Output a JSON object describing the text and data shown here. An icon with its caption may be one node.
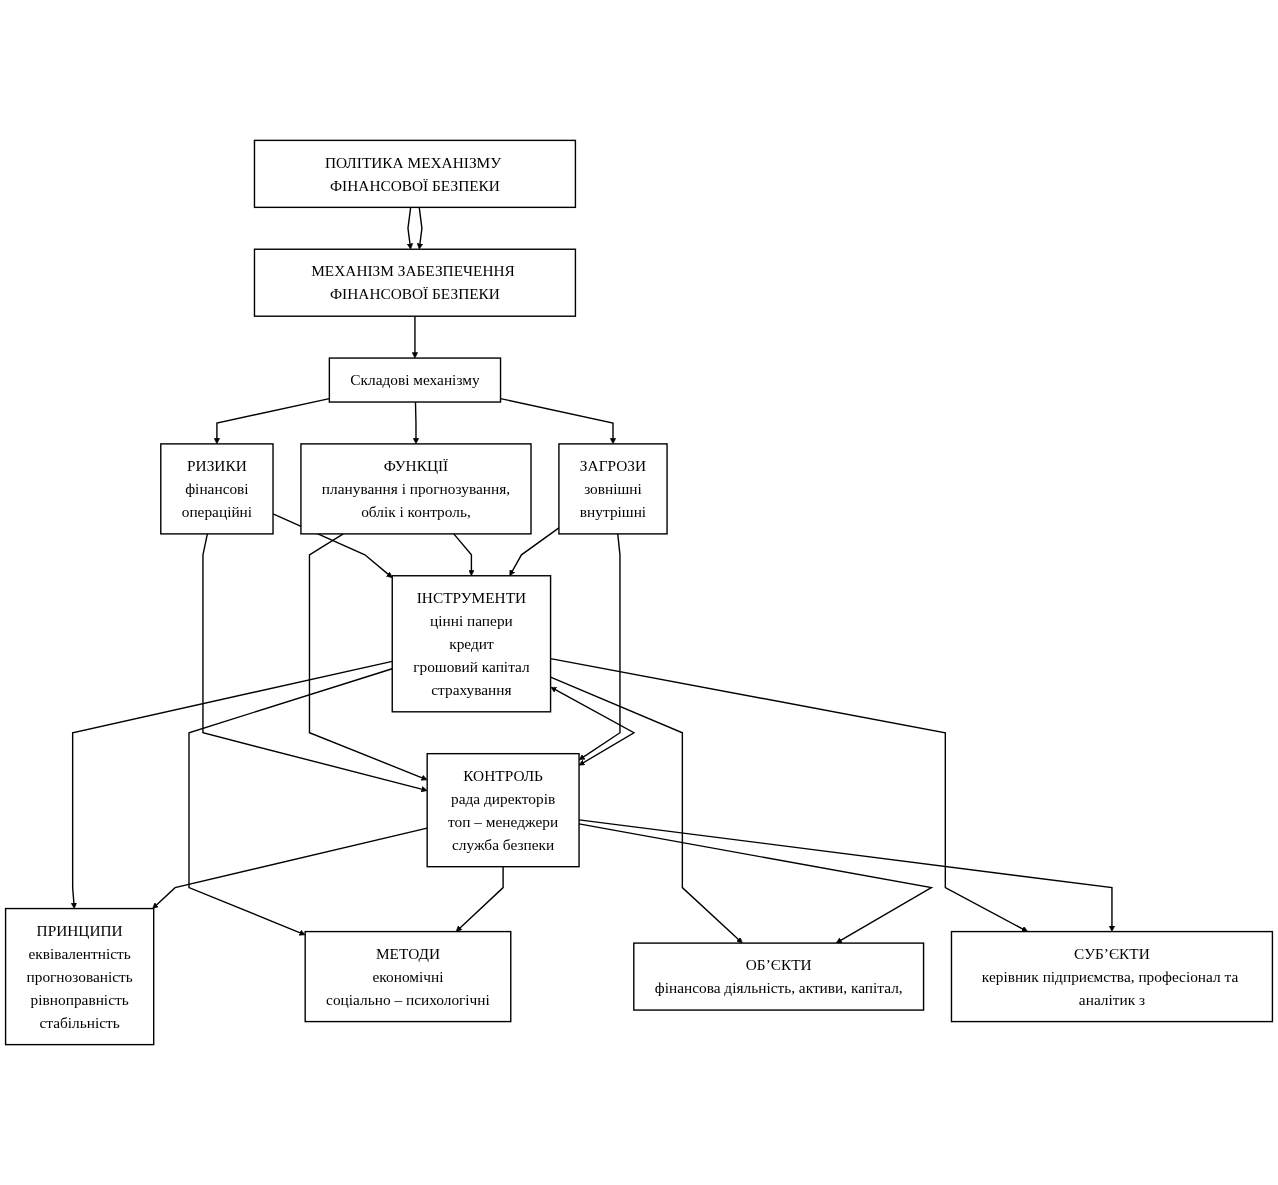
{
  "diagram": {
    "nodes": [
      {
        "text": [
          "МЕХАНІЗМ ЗАБЕЗПЕЧЕННЯ ФІНАНСОВОЇ БЕЗПЕКИ"
        ]
      },
      {
        "text": [
          "Складові механізму"
        ]
      },
      {
        "text": [
          "РИЗИКИ",
          "фінансові",
          "операційні"
        ]
      },
      {
        "text": [
          "ФУНКЦІЇ",
          "планування і прогнозування,",
          "облік і контроль,"
        ]
      },
      {
        "text": [
          "ЗАГРОЗИ",
          "зовнішні",
          "внутрішні"
        ]
      },
      {
        "text": [
          "ІНСТРУМЕНТИ",
          "цінні папери",
          "кредит",
          "грошовий капітал",
          "страхування"
        ]
      },
      {
        "text": [
          "КОНТРОЛЬ",
          "рада директорів",
          "топ – менеджери",
          "служба безпеки"
        ]
      },
      {
        "text": [
          "ПРИНЦИПИ",
          "еквівалентність",
          "прогнозованість",
          "рівноправність",
          "стабільність"
        ]
      },
      {
        "text": [
          "МЕТОДИ",
          "економічні",
          "соціально – психологічні"
        ]
      },
      {
        "text": [
          "ОБ’ЄКТИ",
          "фінансова діяльність, активи, капітал,"
        ]
      },
      {
        "text": [
          "СУБ’ЄКТИ",
          "керівник підприємства, професіонал та аналітик з"
        ]
      },
      {
        "text": [
          "ПОЛІТИКА МЕХАНІЗМУ ФІНАНСОВОЇ БЕЗПЕКИ"
        ]
      }
    ],
    "edges": [
      {
        "from": 0,
        "to": 1,
        "arrow": "to"
      },
      {
        "from": 1,
        "to": 2,
        "arrow": "to"
      },
      {
        "from": 1,
        "to": 3,
        "arrow": "to"
      },
      {
        "from": 1,
        "to": 4,
        "arrow": "to"
      },
      {
        "from": 2,
        "to": 5,
        "arrow": "to"
      },
      {
        "from": 2,
        "to": 6,
        "arrow": "to"
      },
      {
        "from": 3,
        "to": 5,
        "arrow": "to"
      },
      {
        "from": 3,
        "to": 6,
        "arrow": "to"
      },
      {
        "from": 4,
        "to": 5,
        "arrow": "to"
      },
      {
        "from": 4,
        "to": 6,
        "arrow": "to"
      },
      {
        "from": 5,
        "to": 6,
        "arrow": "both"
      },
      {
        "from": 5,
        "to": 7,
        "arrow": "to"
      },
      {
        "from": 5,
        "to": 8,
        "arrow": "to"
      },
      {
        "from": 5,
        "to": 9,
        "arrow": "to"
      },
      {
        "from": 5,
        "to": 10,
        "arrow": "to"
      },
      {
        "from": 6,
        "to": 7,
        "arrow": "to"
      },
      {
        "from": 6,
        "to": 8,
        "arrow": "to"
      },
      {
        "from": 6,
        "to": 9,
        "arrow": "to"
      },
      {
        "from": 6,
        "to": 10,
        "arrow": "to"
      },
      {
        "from": 11,
        "to": 0,
        "arrow": "to"
      },
      {
        "from": 11,
        "to": 0,
        "arrow": "to"
      }
    ]
  }
}
